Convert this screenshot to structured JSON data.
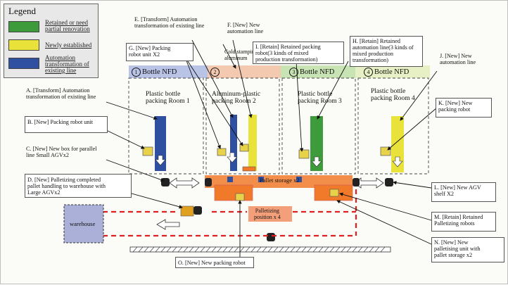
{
  "legend": {
    "title": "Legend",
    "items": [
      {
        "label": "Retained or need\npartial renovation",
        "color": "#3e9b3c"
      },
      {
        "label": "Newly established",
        "color": "#e8e23a"
      },
      {
        "label": "Automation\ntransformation of\nexisting line",
        "color": "#2f4fa0"
      }
    ]
  },
  "bottle_nfd": "Bottle NFD",
  "rooms": [
    {
      "num": "1",
      "name": "Plastic bottle\npacking Room 1"
    },
    {
      "num": "2",
      "name": "Aluminum-plastic\npacking Room 2"
    },
    {
      "num": "3",
      "name": "Plastic bottle\npacking Room 3"
    },
    {
      "num": "4",
      "name": "Plastic bottle\npacking Room 4"
    }
  ],
  "cold_stamping": "Cold stamping\naluminum",
  "callouts": {
    "A": "A. [Transform] Automation\ntransformation of existing line",
    "B": "B. [New] Packing robot unit",
    "C": "C. [New] New box for parallel\nline Small AGVx2",
    "D": "D. [New] Palletizing completed\npallet handling to warehouse with\nLarge AGVx2",
    "E": "E. [Transform] Automation\ntransformation of existing line",
    "F": "F. [New] New\nautomation line",
    "G": "G. [New] Packing\nrobot unit X2",
    "H": "H. [Retain] Retained\nautomation line(3 kinds of\nmixed production\ntransformation)",
    "I": "I. [Retain] Retained packing\nrobot(3 kinds of mixed\nproduction transformation)",
    "J": "J. [New] New\nautomation line",
    "K": "K. [New] New\npacking robot",
    "L": "L. [New] New AGV\nshelf X2",
    "M": "M. [Retain] Retained\nPalletizing robots",
    "N": "N. [New] New\npalletising unit with\npallet storage x2",
    "O": "O. [New] New packing robot"
  },
  "pallet_storage": "Pallet storage x2",
  "palletizing_position": "Palletizing\nposition x 4",
  "warehouse": "warehouse",
  "colors": {
    "green": "#3e9b3c",
    "yellow": "#e8e23a",
    "blue": "#2f4fa0",
    "orange": "#f07a2a",
    "red_dash": "#e02020"
  }
}
